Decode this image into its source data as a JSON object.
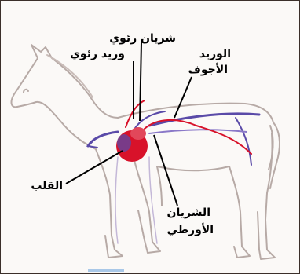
{
  "labels": {
    "pulmonary_artery": "شريان رئوي",
    "pulmonary_vein": "وريد رئوي",
    "vena_cava_line1": "الوريد",
    "vena_cava_line2": "الأجوف",
    "heart": "القلب",
    "aorta_line1": "الشريان",
    "aorta_line2": "الأورطي"
  },
  "colors": {
    "outline": "#b7aaa6",
    "artery": "#d8122a",
    "vein": "#5a4aa8",
    "pointer": "#000000"
  }
}
